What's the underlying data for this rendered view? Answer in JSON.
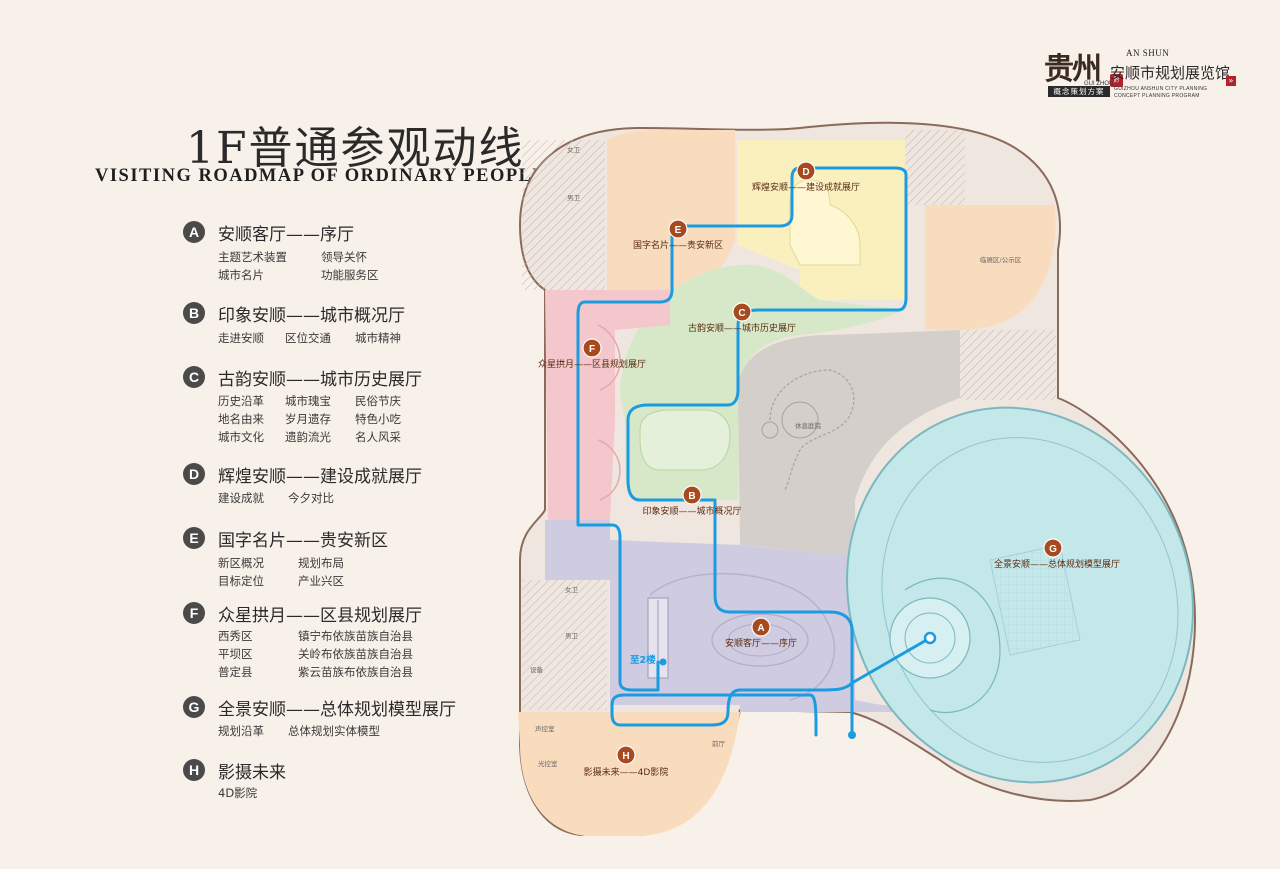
{
  "title_cn": "1F普通参观动线",
  "title_en": "VISITING ROADMAP OF ORDINARY PEOPLE",
  "logo": {
    "guizhou": "贵州",
    "guizhou_en": "GUI ZHOU",
    "seal": "黔",
    "an_shun": "AN SHUN",
    "hall_name": "安顺市规划展览馆",
    "plan_label": "概念策划方案",
    "en_line1": "GUIZHOU ANSHUN CITY PLANNING",
    "en_line2": "CONCEPT PLANNING PROGRAM"
  },
  "legend": [
    {
      "badge": "A",
      "title": "安顺客厅——序厅",
      "rows": [
        [
          "主题艺术装置",
          "领导关怀"
        ],
        [
          "城市名片",
          "功能服务区"
        ]
      ]
    },
    {
      "badge": "B",
      "title": "印象安顺——城市概况厅",
      "rows": [
        [
          "走进安顺",
          "区位交通",
          "城市精神"
        ]
      ]
    },
    {
      "badge": "C",
      "title": "古韵安顺——城市历史展厅",
      "rows": [
        [
          "历史沿革",
          "城市瑰宝",
          "民俗节庆"
        ],
        [
          "地名由来",
          "岁月遗存",
          "特色小吃"
        ],
        [
          "城市文化",
          "遗韵流光",
          "名人风采"
        ]
      ]
    },
    {
      "badge": "D",
      "title": "辉煌安顺——建设成就展厅",
      "rows": [
        [
          "建设成就",
          "今夕对比"
        ]
      ]
    },
    {
      "badge": "E",
      "title": "国字名片——贵安新区",
      "rows": [
        [
          "新区概况",
          "规划布局"
        ],
        [
          "目标定位",
          "产业兴区"
        ]
      ]
    },
    {
      "badge": "F",
      "title": "众星拱月——区县规划展厅",
      "rows": [
        [
          "西秀区",
          "镇宁布依族苗族自治县"
        ],
        [
          "平坝区",
          "关岭布依族苗族自治县"
        ],
        [
          "普定县",
          "紫云苗族布依族自治县"
        ]
      ]
    },
    {
      "badge": "G",
      "title": "全景安顺——总体规划模型展厅",
      "rows": [
        [
          "规划沿革",
          "总体规划实体模型"
        ]
      ]
    },
    {
      "badge": "H",
      "title": "影摄未来",
      "rows": [
        [
          "4D影院"
        ]
      ]
    }
  ],
  "map": {
    "markers": {
      "A": "A",
      "B": "B",
      "C": "C",
      "D": "D",
      "E": "E",
      "F": "F",
      "G": "G",
      "H": "H"
    },
    "labels": {
      "a": "安顺客厅——序厅",
      "b": "印象安顺——城市概况厅",
      "c": "古韵安顺——城市历史展厅",
      "d": "辉煌安顺——建设成就展厅",
      "e": "国字名片——贵安新区",
      "f": "众星拱月——区县规划展厅",
      "g": "全景安顺——总体规划模型展厅",
      "h": "影摄未来——4D影院",
      "to2f": "至2楼",
      "temp": "临展区/公示区",
      "nw": "女卫",
      "mw": "男卫",
      "sk": "声控室",
      "gk": "光控室",
      "qt": "前厅",
      "lb": "休息庭院",
      "ss": "设备"
    },
    "colors": {
      "route": "#1b9be0",
      "marker": "#a84a1e",
      "lobby": "#cfcbe0",
      "pink": "#f4c7cc",
      "green": "#d7e8c8",
      "yellow": "#f9f0be",
      "orange": "#f9dcbe",
      "cyan": "#c4e7ea",
      "gray": "#d4cfca"
    }
  }
}
